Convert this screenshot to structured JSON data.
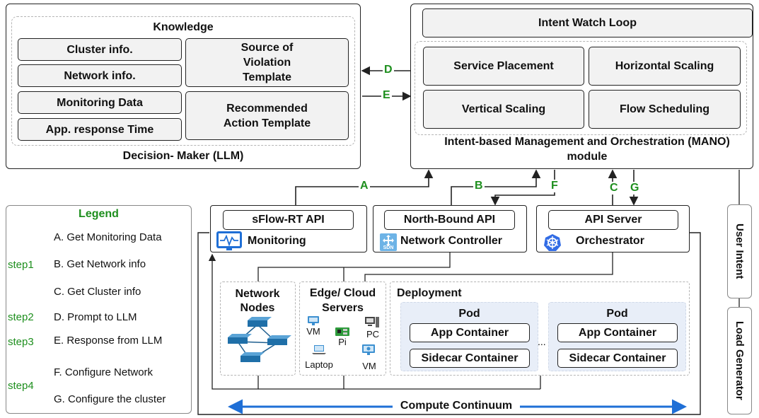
{
  "decision_maker": {
    "knowledge_title": "Knowledge",
    "items": [
      "Cluster info.",
      "Network info.",
      "Monitoring Data",
      "App. response Time"
    ],
    "source_template": "Source of Violation Template",
    "action_template": "Recommended Action Template",
    "title": "Decision- Maker (LLM)"
  },
  "mano": {
    "intent_loop": "Intent Watch Loop",
    "service_placement": "Service Placement",
    "horizontal_scaling": "Horizontal Scaling",
    "vertical_scaling": "Vertical Scaling",
    "flow_scheduling": "Flow Scheduling",
    "title": "Intent-based Management and Orchestration (MANO) module"
  },
  "arrows": {
    "a": "A",
    "b": "B",
    "c": "C",
    "d": "D",
    "e": "E",
    "f": "F",
    "g": "G"
  },
  "legend": {
    "title": "Legend",
    "step1": "step1",
    "step2": "step2",
    "step3": "step3",
    "step4": "step4",
    "a": "A. Get Monitoring Data",
    "b": "B. Get Network info",
    "c": "C. Get Cluster info",
    "d": "D. Prompt to LLM",
    "e": "E. Response from LLM",
    "f": "F. Configure Network",
    "g": "G. Configure the cluster"
  },
  "monitoring": {
    "api": "sFlow-RT API",
    "label": "Monitoring"
  },
  "network_controller": {
    "api": "North-Bound API",
    "label": "Network Controller",
    "icon_text": "SDN"
  },
  "orchestrator": {
    "api": "API Server",
    "label": "Orchestrator"
  },
  "network_nodes": {
    "title": "Network Nodes"
  },
  "servers": {
    "title": "Edge/ Cloud Servers",
    "vm1": "VM",
    "pi": "Pi",
    "pc": "PC",
    "laptop": "Laptop",
    "vm2": "VM"
  },
  "deployment": {
    "title": "Deployment",
    "pod1": {
      "title": "Pod",
      "app": "App Container",
      "sidecar": "Sidecar Container"
    },
    "pod2": {
      "title": "Pod",
      "app": "App Container",
      "sidecar": "Sidecar Container"
    },
    "ellipsis": "..."
  },
  "continuum": "Compute Continuum",
  "side": {
    "user_intent": "User Intent",
    "load_generator": "Load Generator"
  },
  "colors": {
    "green": "#1e8f1e",
    "blue": "#1f6fd6",
    "pod_bg": "#e8eef8"
  }
}
